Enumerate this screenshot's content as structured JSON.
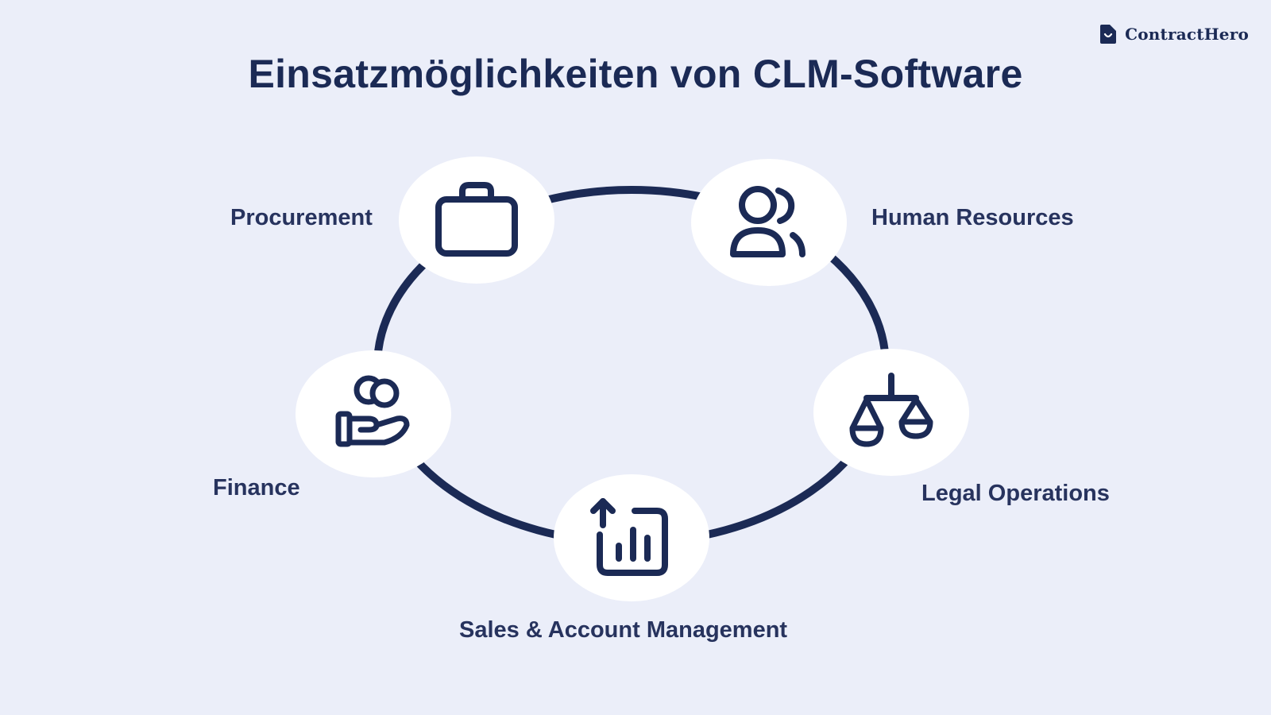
{
  "brand": {
    "name": "ContractHero",
    "logo_icon": "contracthero-logo-icon"
  },
  "title": "Einsatzmöglichkeiten von CLM-Software",
  "colors": {
    "background": "#ebeef9",
    "navy": "#1b2a55",
    "label": "#27335e",
    "node_fill": "#ffffff"
  },
  "use_cases": [
    {
      "label": "Procurement",
      "icon": "briefcase-icon"
    },
    {
      "label": "Human Resources",
      "icon": "users-icon"
    },
    {
      "label": "Legal Operations",
      "icon": "scale-icon"
    },
    {
      "label": "Sales & Account Management",
      "icon": "chart-arrow-up-icon"
    },
    {
      "label": "Finance",
      "icon": "hand-coins-icon"
    }
  ]
}
